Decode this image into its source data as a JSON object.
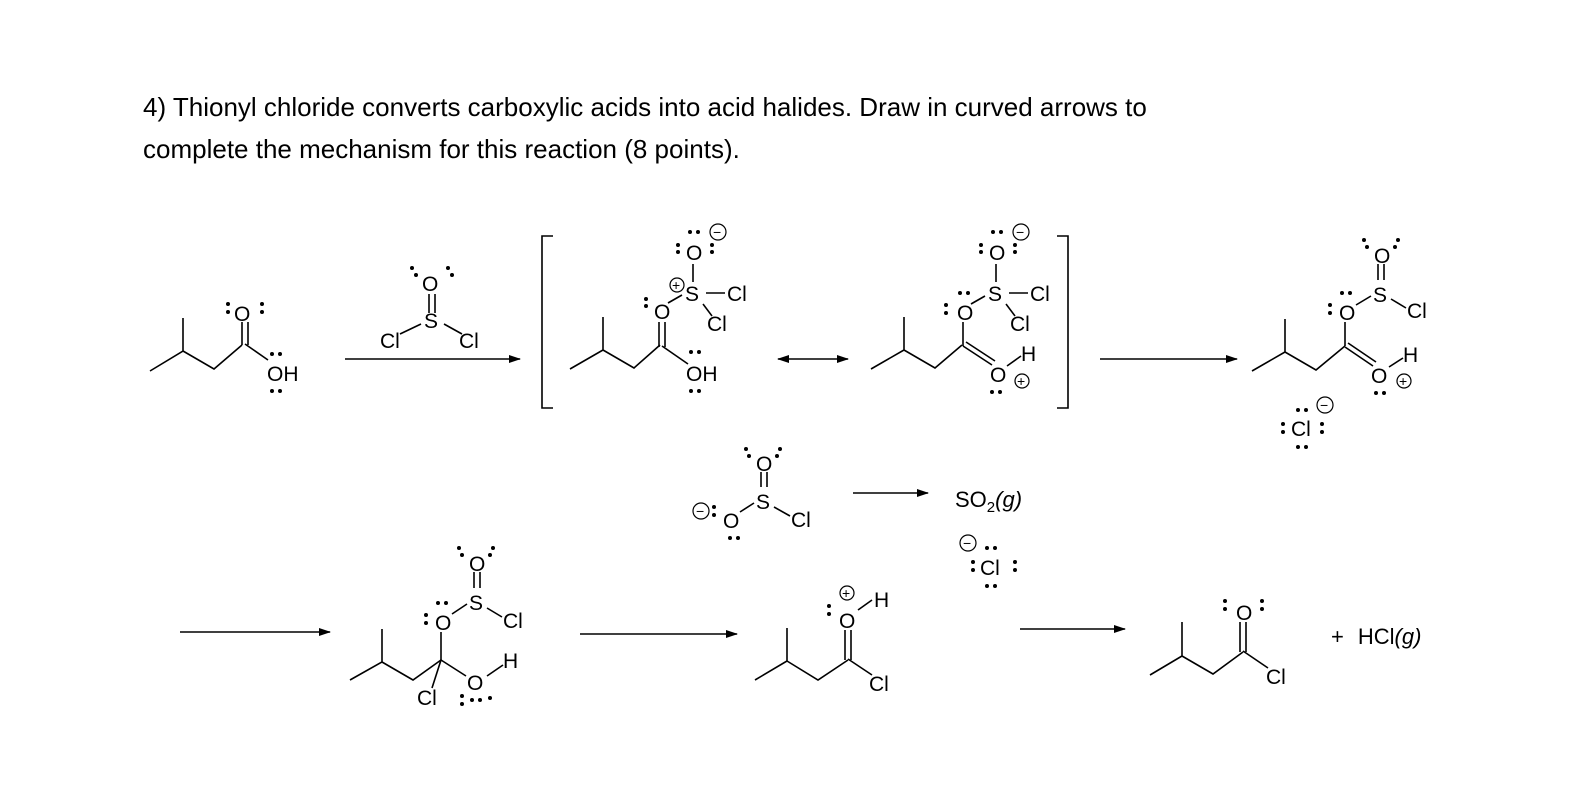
{
  "question": {
    "line1": "4) Thionyl chloride converts carboxylic acids into acid halides. Draw in curved arrows to",
    "line2": "complete the mechanism for this reaction (8 points)."
  },
  "atoms": {
    "O": "O",
    "OH": "OH",
    "S": "S",
    "Cl": "Cl",
    "H": "H"
  },
  "charges": {
    "plus": "+",
    "minus": "−"
  },
  "species": {
    "so2": {
      "base": "SO",
      "sub": "2",
      "phase": "(g)"
    },
    "hcl": {
      "plus": "+",
      "base": "HCl",
      "phase": "(g)"
    }
  }
}
